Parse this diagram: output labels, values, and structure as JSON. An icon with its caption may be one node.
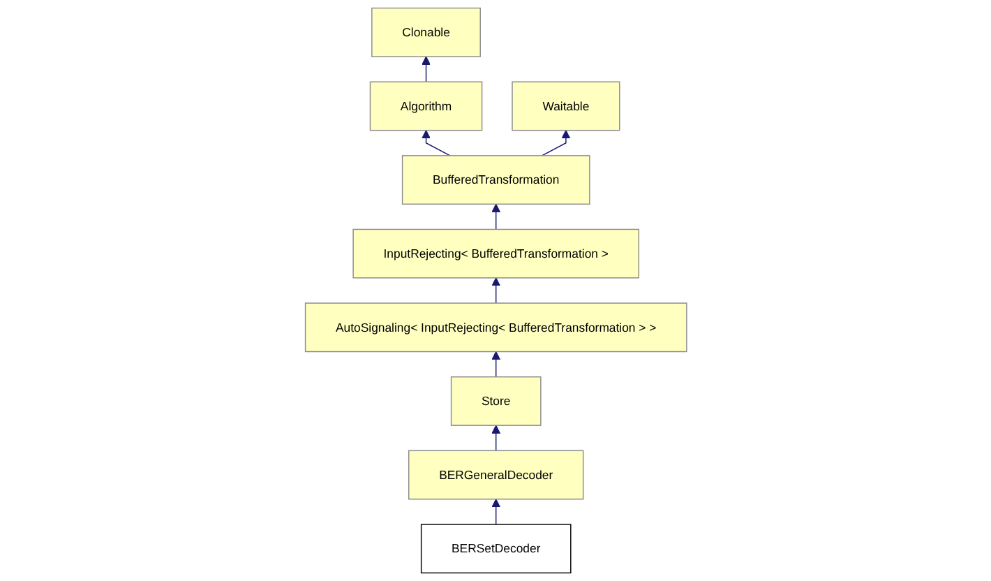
{
  "diagram": {
    "nodes": [
      {
        "text": [
          "Clonable"
        ]
      },
      {
        "text": [
          "Algorithm"
        ]
      },
      {
        "text": [
          "Waitable"
        ]
      },
      {
        "text": [
          "BufferedTransformation"
        ]
      },
      {
        "text": [
          "InputRejecting< BufferedTransformation >"
        ]
      },
      {
        "text": [
          "AutoSignaling< InputRejecting< BufferedTransformation > >"
        ]
      },
      {
        "text": [
          "Store"
        ]
      },
      {
        "text": [
          "BERGeneralDecoder"
        ]
      },
      {
        "text": [
          "BERSetDecoder"
        ]
      }
    ],
    "edges": [
      {
        "from": 1,
        "to": 0,
        "arrow": "to"
      },
      {
        "from": 3,
        "to": 1,
        "arrow": "to"
      },
      {
        "from": 3,
        "to": 2,
        "arrow": "to"
      },
      {
        "from": 4,
        "to": 3,
        "arrow": "to"
      },
      {
        "from": 5,
        "to": 4,
        "arrow": "to"
      },
      {
        "from": 6,
        "to": 5,
        "arrow": "to"
      },
      {
        "from": 7,
        "to": 6,
        "arrow": "to"
      },
      {
        "from": 8,
        "to": 7,
        "arrow": "to"
      }
    ]
  }
}
